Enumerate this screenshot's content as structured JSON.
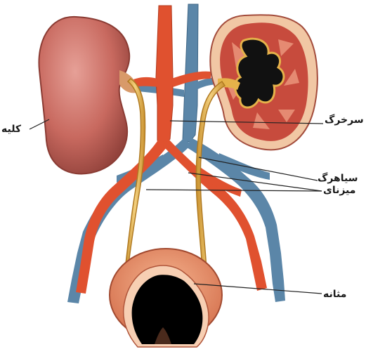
{
  "labels": {
    "kidney": "کلیه",
    "artery": "سرخرگ",
    "vein": "سیاهرگ",
    "ureter": "میزنای",
    "bladder": "مثانه"
  },
  "colors": {
    "kidney": "#c8695f",
    "artery": "#e0512f",
    "vein": "#5b86a8",
    "ureter": "#e8bb5a",
    "bladder": "#e48a64"
  }
}
